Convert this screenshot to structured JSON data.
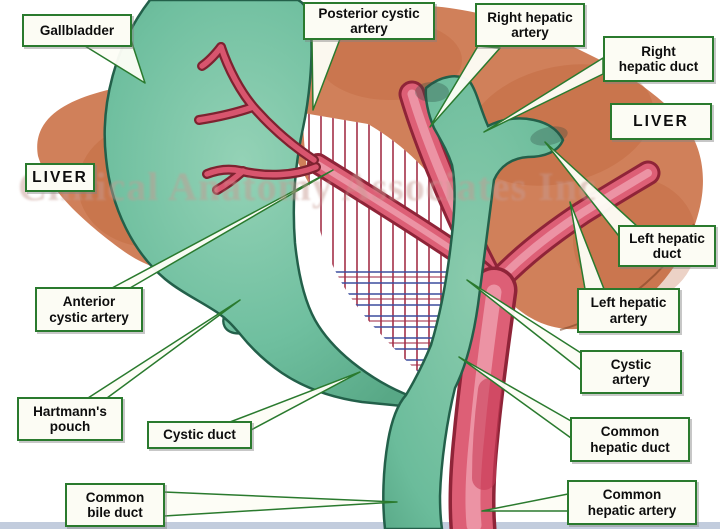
{
  "diagram": {
    "watermark": "Clinical Anatomy Associates Inc",
    "labels": {
      "gallbladder": "Gallbladder",
      "posterior_cystic_artery": "Posterior cystic\nartery",
      "right_hepatic_artery": "Right hepatic\nartery",
      "right_hepatic_duct": "Right\nhepatic duct",
      "liver_right": "LIVER",
      "liver_left": "LIVER",
      "left_hepatic_duct": "Left hepatic\nduct",
      "left_hepatic_artery": "Left hepatic\nartery",
      "anterior_cystic_artery": "Anterior\ncystic artery",
      "cystic_artery": "Cystic\nartery",
      "hartmanns_pouch": "Hartmann's\npouch",
      "cystic_duct": "Cystic duct",
      "common_hepatic_duct": "Common\nhepatic duct",
      "common_bile_duct": "Common\nbile duct",
      "common_hepatic_artery": "Common\nhepatic artery"
    },
    "colors": {
      "duct_teal": "#6fbf9f",
      "duct_teal_dark": "#23604a",
      "artery_red": "#dd5f76",
      "artery_red_dark": "#8f2438",
      "liver_orange": "#cd7a4c",
      "label_border_green": "#2a7a2e",
      "hatch_red": "#a33048",
      "hatch_blue": "#3b4d9e",
      "bottom_strip_blue": "#b7c3d7"
    }
  }
}
